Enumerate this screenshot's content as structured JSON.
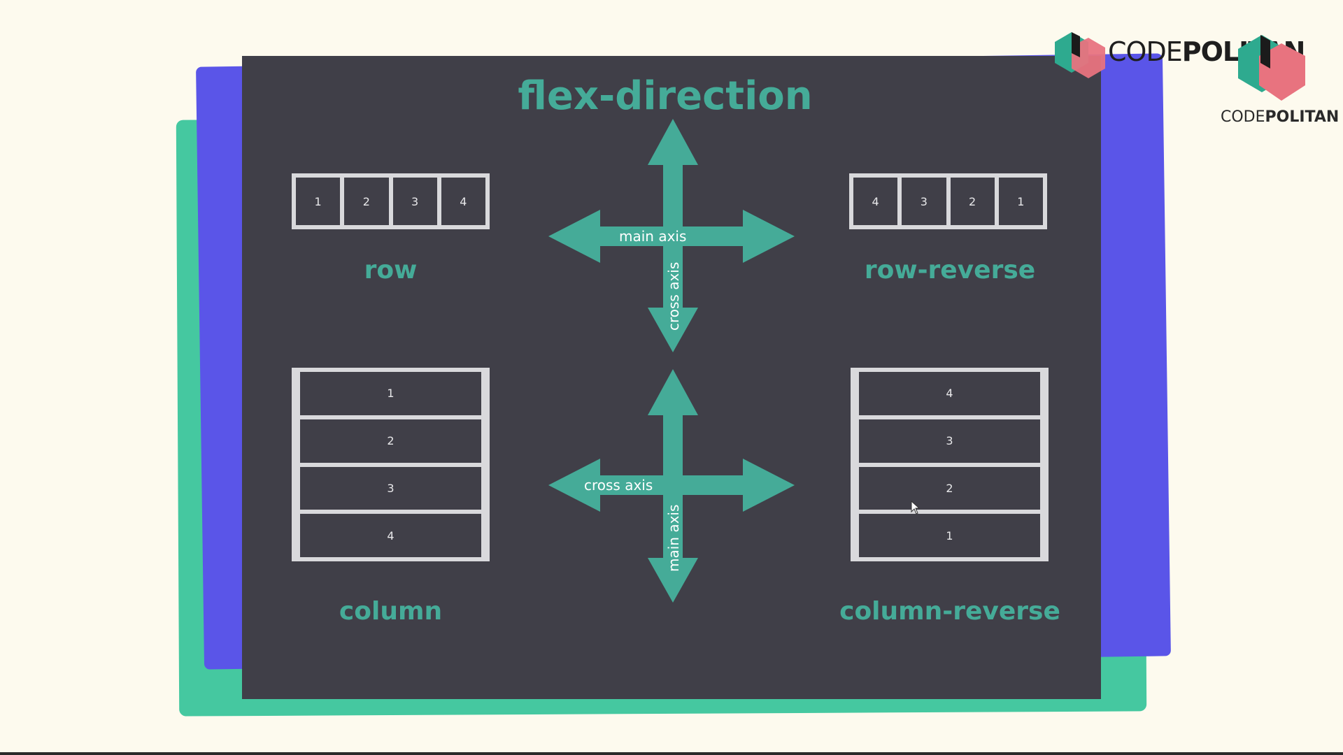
{
  "title": "flex-direction",
  "labels": {
    "row": "row",
    "row_reverse": "row-reverse",
    "column": "column",
    "column_reverse": "column-reverse"
  },
  "row_items": [
    "1",
    "2",
    "3",
    "4"
  ],
  "row_reverse_items": [
    "4",
    "3",
    "2",
    "1"
  ],
  "column_items": [
    "1",
    "2",
    "3",
    "4"
  ],
  "column_reverse_items": [
    "4",
    "3",
    "2",
    "1"
  ],
  "axes_top": {
    "horizontal": "main axis",
    "vertical": "cross axis"
  },
  "axes_bottom": {
    "horizontal": "cross axis",
    "vertical": "main axis"
  },
  "logo": {
    "brand_light": "CODE",
    "brand_bold": "POLITAN"
  },
  "colors": {
    "accent": "#45ab98",
    "slide": "#403f48",
    "blue": "#5a55e8",
    "green": "#45c8a0",
    "background": "#fdfaee"
  }
}
